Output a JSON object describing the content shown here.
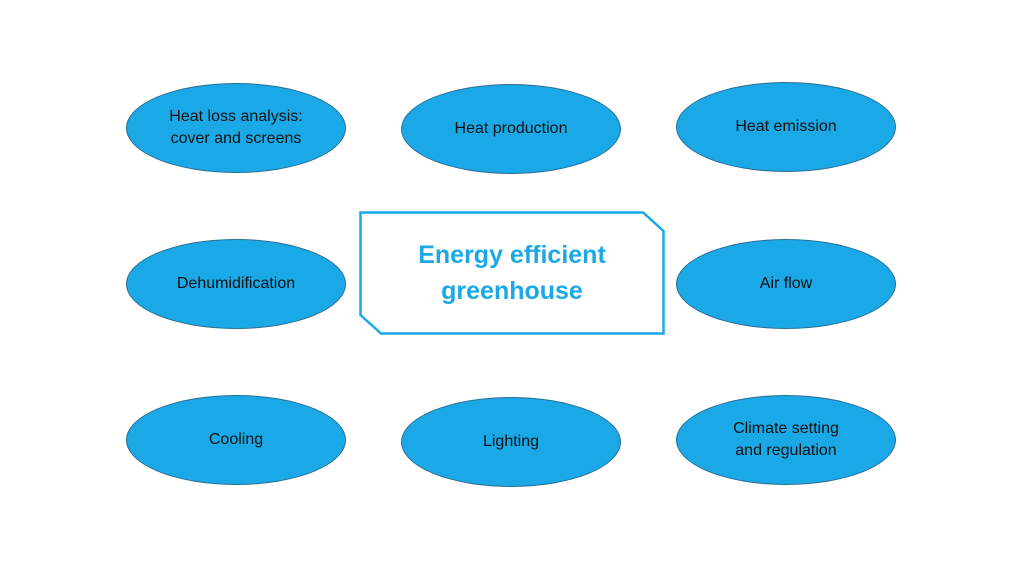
{
  "diagram": {
    "center": {
      "label": "Energy efficient\ngreenhouse"
    },
    "nodes": [
      {
        "id": "heat-loss-analysis",
        "label": "Heat loss analysis:\ncover and screens"
      },
      {
        "id": "heat-production",
        "label": "Heat production"
      },
      {
        "id": "heat-emission",
        "label": "Heat emission"
      },
      {
        "id": "dehumidification",
        "label": "Dehumidification"
      },
      {
        "id": "air-flow",
        "label": "Air flow"
      },
      {
        "id": "cooling",
        "label": "Cooling"
      },
      {
        "id": "lighting",
        "label": "Lighting"
      },
      {
        "id": "climate-setting",
        "label": "Climate setting\nand regulation"
      }
    ],
    "colors": {
      "node_fill": "#1aa9e6",
      "node_border": "#2a6f97",
      "center_border": "#1aa9e6",
      "center_text": "#1aa9e6"
    }
  }
}
